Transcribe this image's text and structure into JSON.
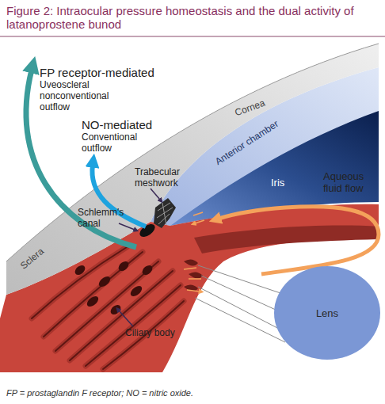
{
  "diagram": {
    "title": "Figure 2: Intraocular pressure homeostasis and the dual activity of latanoprostene bunod",
    "caption": "FP = prostaglandin F receptor; NO = nitric oxide.",
    "nodes": [
      {
        "text": [
          "Lens"
        ]
      }
    ],
    "labels": [
      "FP receptor-mediated",
      "Uveoscleral nonconventional outflow",
      "NO-mediated",
      "Conventional outflow",
      "Cornea",
      "Anterior chamber",
      "Trabecular meshwork",
      "Iris",
      "Schlemm's canal",
      "Aqueous fluid flow",
      "Sclera",
      "Ciliary body"
    ]
  }
}
